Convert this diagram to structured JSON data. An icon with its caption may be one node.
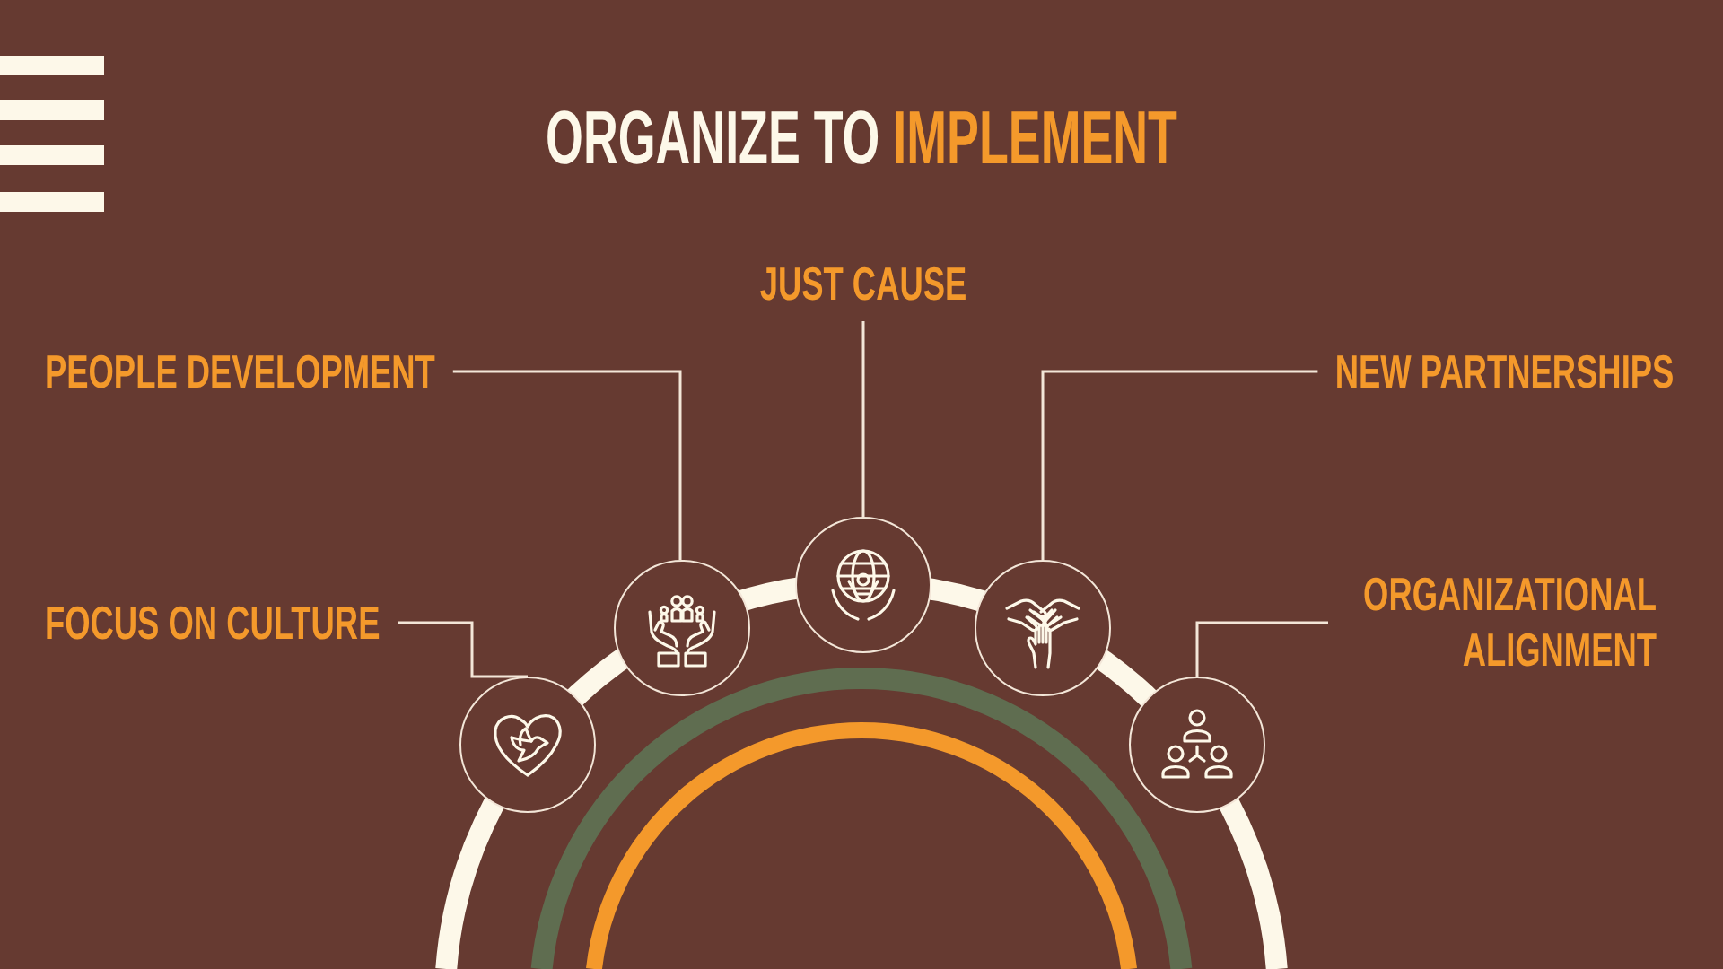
{
  "diagram": {
    "title": "ORGANIZE TO **IMPLEMENT**",
    "nodes": [
      {
        "text": [
          "JUST CAUSE"
        ]
      },
      {
        "text": [
          "PEOPLE DEVELOPMENT"
        ]
      },
      {
        "text": [
          "NEW PARTNERSHIPS"
        ]
      },
      {
        "text": [
          "ORGANIZATIONAL ALIGNMENT"
        ]
      },
      {
        "text": [
          "FOCUS ON CULTURE"
        ]
      },
      {
        "text": [],
        "shape": "circle"
      },
      {
        "text": [],
        "shape": "circle"
      },
      {
        "text": [],
        "shape": "circle"
      },
      {
        "text": [],
        "shape": "circle"
      },
      {
        "text": [],
        "shape": "circle"
      }
    ],
    "edges": [
      {
        "from": 0,
        "to": 7,
        "arrow": "none"
      },
      {
        "from": 1,
        "to": 6,
        "arrow": "none"
      },
      {
        "from": 2,
        "to": 8,
        "arrow": "none"
      },
      {
        "from": 3,
        "to": 9,
        "arrow": "none"
      },
      {
        "from": 4,
        "to": 5,
        "arrow": "none"
      }
    ]
  }
}
